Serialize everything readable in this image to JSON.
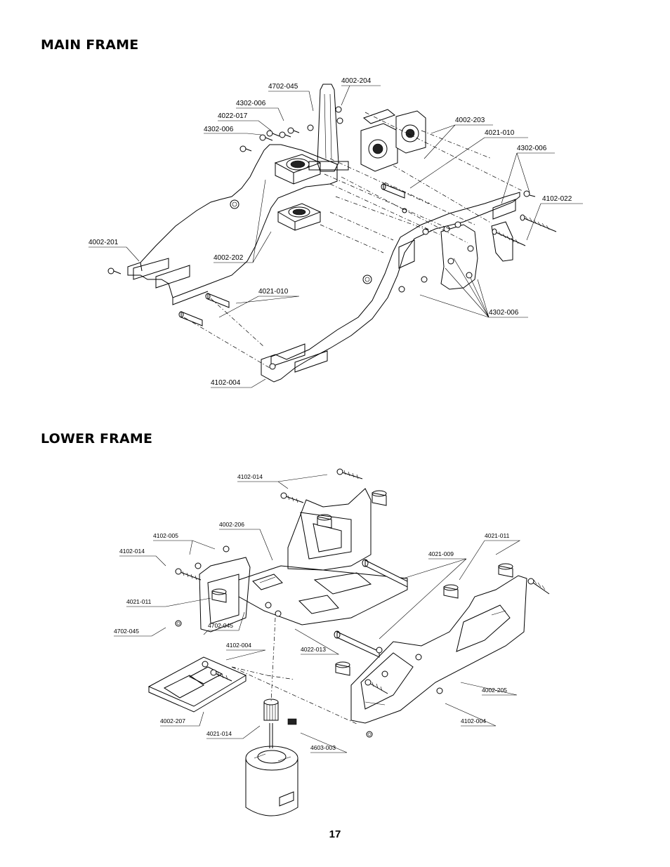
{
  "main_frame": {
    "title": "MAIN FRAME",
    "labels": {
      "p4702_045": "4702-045",
      "p4002_204": "4002-204",
      "p4302_006_a": "4302-006",
      "p4022_017": "4022-017",
      "p4302_006_b": "4302-006",
      "p4002_203": "4002-203",
      "p4021_010_a": "4021-010",
      "p4302_006_c": "4302-006",
      "p4102_022": "4102-022",
      "p4002_201": "4002-201",
      "p4002_202": "4002-202",
      "p4021_010_b": "4021-010",
      "p4302_006_d": "4302-006",
      "p4102_004": "4102-004"
    }
  },
  "lower_frame": {
    "title": "LOWER FRAME",
    "labels": {
      "p4102_014_a": "4102-014",
      "p4002_206": "4002-206",
      "p4102_005": "4102-005",
      "p4102_014_b": "4102-014",
      "p4021_011_a": "4021-011",
      "p4021_009": "4021-009",
      "p4021_011_b": "4021-011",
      "p4702_045_a": "4702-045",
      "p4702_045_b": "4702-045",
      "p4102_004_a": "4102-004",
      "p4022_013": "4022-013",
      "p4002_205": "4002-205",
      "p4002_207": "4002-207",
      "p4021_014": "4021-014",
      "p4603_003": "4603-003",
      "p4102_004_b": "4102-004"
    }
  },
  "page": {
    "number": "17"
  }
}
